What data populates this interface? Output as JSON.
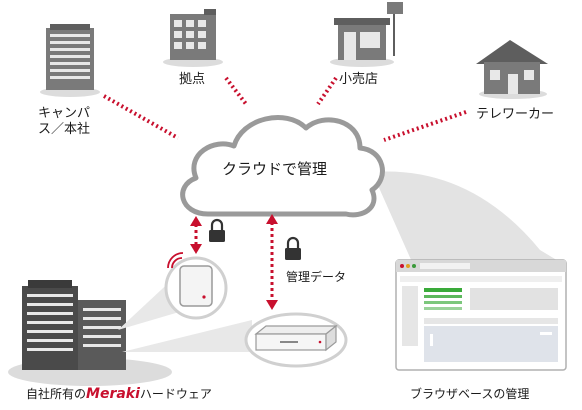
{
  "labels": {
    "hq": "キャンパス／本社",
    "branch": "拠点",
    "retail": "小売店",
    "telework": "テレワーカー",
    "cloud": "クラウドで管理",
    "data": "管理データ",
    "hardware_prefix": "自社所有の",
    "hardware_brand": "Meraki",
    "hardware_suffix": "ハードウェア",
    "browser": "ブラウザベースの管理"
  },
  "colors": {
    "accent_red": "#c8102e",
    "building_dark": "#4a4a4a",
    "building_mid": "#7a7a7a",
    "cloud_stroke": "#9a9a9a",
    "shadow": "#dcdcdc"
  },
  "icons": [
    "campus-building-icon",
    "branch-office-icon",
    "retail-store-icon",
    "house-icon",
    "cloud-icon",
    "lock-icon",
    "access-point-icon",
    "security-appliance-icon",
    "browser-window-icon"
  ]
}
